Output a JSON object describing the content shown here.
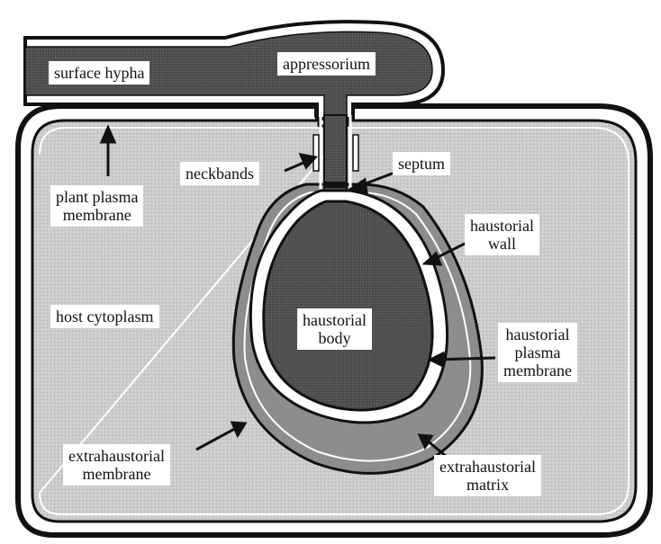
{
  "diagram": {
    "labels": {
      "surface_hypha": "surface hypha",
      "appressorium": "appressorium",
      "neckbands": "neckbands",
      "septum": "septum",
      "plant_plasma_membrane": [
        "plant plasma",
        "membrane"
      ],
      "haustorial_wall": [
        "haustorial",
        "wall"
      ],
      "host_cytoplasm": "host cytoplasm",
      "haustorial_body": [
        "haustorial",
        "body"
      ],
      "haustorial_plasma_membrane": [
        "haustorial",
        "plasma",
        "membrane"
      ],
      "extrahaustorial_membrane": [
        "extrahaustorial",
        "membrane"
      ],
      "extrahaustorial_matrix": [
        "extrahaustorial",
        "matrix"
      ]
    }
  },
  "colors": {
    "host_cytoplasm": "#cfcfcf",
    "hypha": "#5a5a5a",
    "haustorial_body": "#4a4a4a",
    "extrahaustorial_matrix": "#8a8a8a",
    "outline": "#111111",
    "label_background": "#ffffff"
  }
}
